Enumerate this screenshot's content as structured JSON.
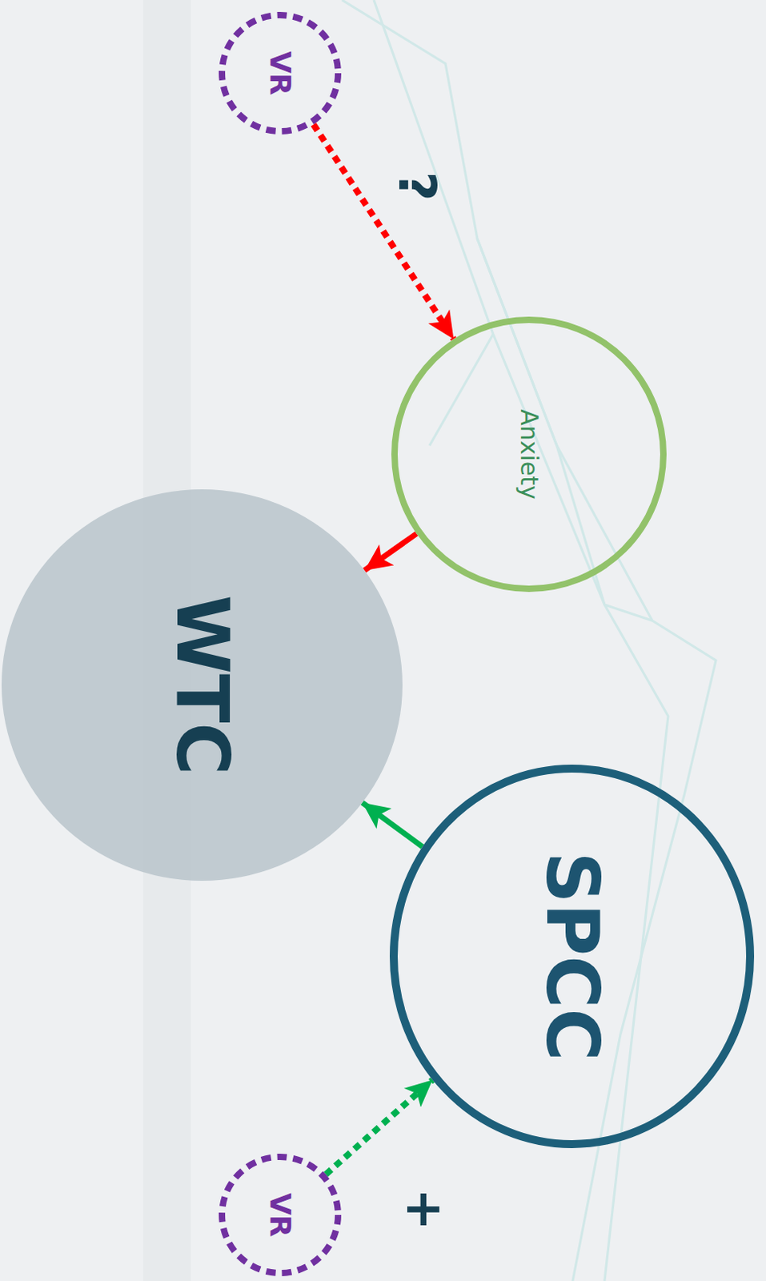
{
  "diagram": {
    "nodes": [
      {
        "text": [
          "VR"
        ]
      },
      {
        "text": [
          "Anxiety"
        ]
      },
      {
        "text": [
          "WTC"
        ]
      },
      {
        "text": [
          "SPCC"
        ]
      },
      {
        "text": [
          "VR"
        ]
      }
    ],
    "edges": [
      {
        "from": 0,
        "to": 1,
        "arrow": "to",
        "label": "?"
      },
      {
        "from": 1,
        "to": 2,
        "arrow": "to"
      },
      {
        "from": 3,
        "to": 2,
        "arrow": "to"
      },
      {
        "from": 4,
        "to": 3,
        "arrow": "to",
        "label": "+"
      }
    ]
  }
}
